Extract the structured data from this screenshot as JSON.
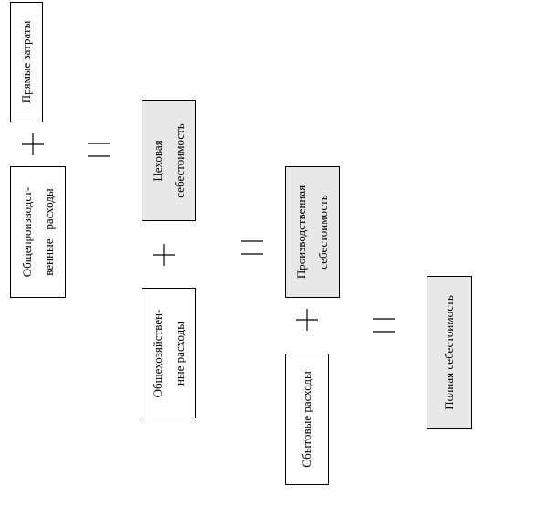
{
  "boxes": {
    "direct_costs": {
      "lines": [
        "Прямые затраты"
      ]
    },
    "general_production_costs": {
      "lines": [
        "Общепроизводст-",
        "венные   расходы"
      ]
    },
    "shop_cost": {
      "lines": [
        "Цеховая",
        "себестоимость"
      ]
    },
    "general_business_costs": {
      "lines": [
        "Общехозяйствен-",
        "ные расходы"
      ]
    },
    "production_cost": {
      "lines": [
        "Производственная",
        "себестоимость"
      ]
    },
    "selling_costs": {
      "lines": [
        "Сбытовые расходы"
      ]
    },
    "full_cost": {
      "lines": [
        "Полная себестоимость"
      ]
    }
  },
  "colors": {
    "stroke": "#000000",
    "result_fill": "#e8e8e8",
    "input_fill": "#ffffff"
  }
}
